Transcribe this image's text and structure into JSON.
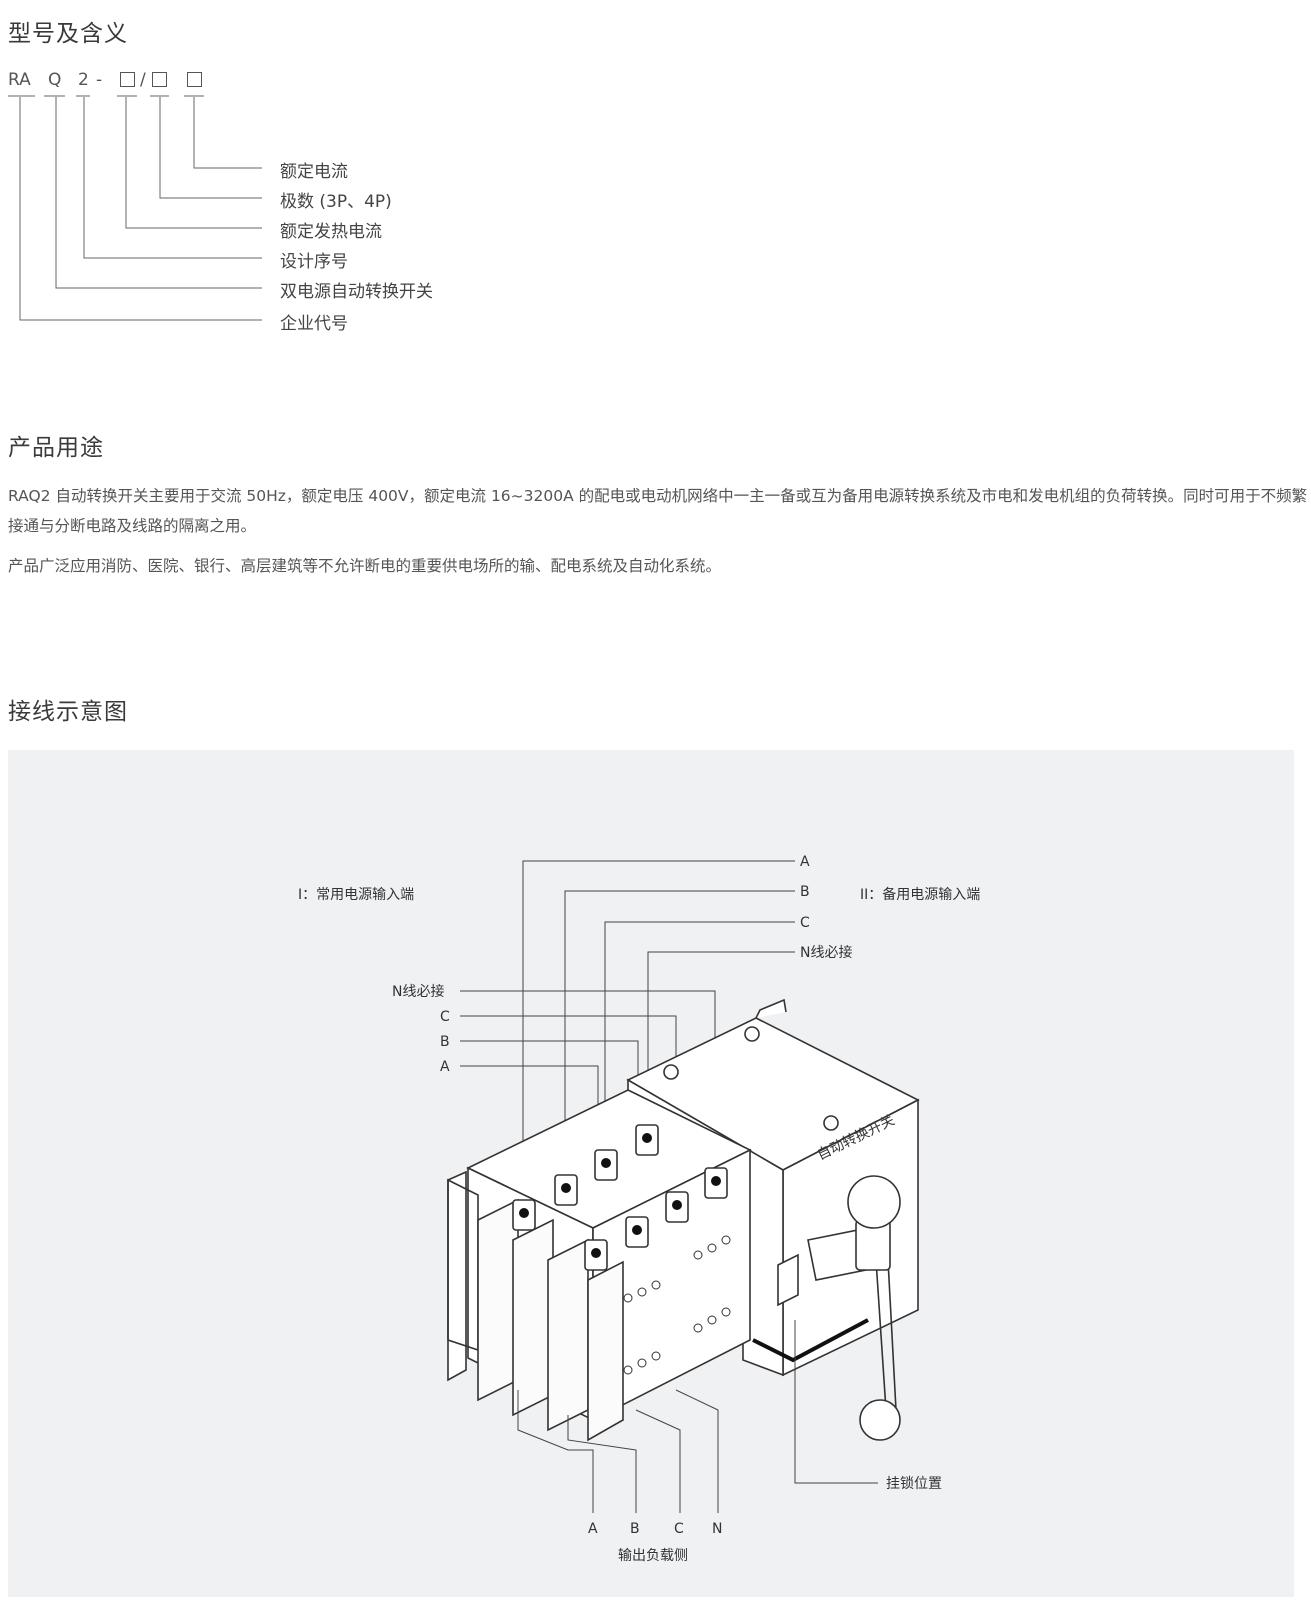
{
  "model_section": {
    "title": "型号及含义",
    "code": [
      "RA",
      "Q",
      "2",
      "-",
      "/"
    ],
    "meanings": [
      "额定电流",
      "极数 (3P、4P)",
      "额定发热电流",
      "设计序号",
      "双电源自动转换开关",
      "企业代号"
    ]
  },
  "usage_section": {
    "title": "产品用途",
    "paragraph1": "RAQ2 自动转换开关主要用于交流 50Hz，额定电压 400V，额定电流 16~3200A 的配电或电动机网络中一主一备或互为备用电源转换系统及市电和发电机组的负荷转换。同时可用于不频繁接通与分断电路及线路的隔离之用。",
    "paragraph2": "产品广泛应用消防、医院、银行、高层建筑等不允许断电的重要供电场所的输、配电系统及自动化系统。"
  },
  "wiring_section": {
    "title": "接线示意图",
    "diagram": {
      "source1_label": "I：常用电源输入端",
      "source2_label": "II：备用电源输入端",
      "right_terminals": [
        "A",
        "B",
        "C",
        "N线必接"
      ],
      "left_terminals": [
        "N线必接",
        "C",
        "B",
        "A"
      ],
      "output_terminals": [
        "A",
        "B",
        "C",
        "N"
      ],
      "output_label": "输出负载侧",
      "lock_label": "挂锁位置",
      "device_label": "自动转换开关"
    }
  }
}
